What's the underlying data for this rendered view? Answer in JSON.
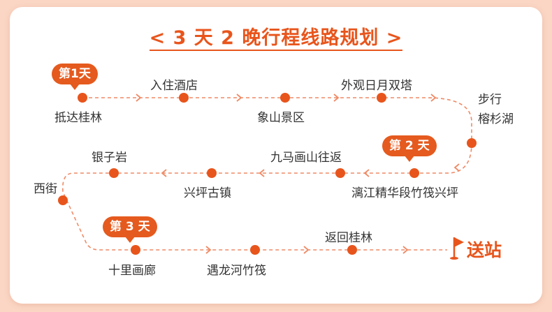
{
  "title": "< 3 天 2 晚行程线路规划 >",
  "colors": {
    "accent": "#e8551c",
    "route": "#ef8a66",
    "background": "#fbd6c4"
  },
  "days": [
    {
      "label": "第1天"
    },
    {
      "label": "第 2 天"
    },
    {
      "label": "第 3 天"
    }
  ],
  "stops": [
    {
      "name": "抵达桂林"
    },
    {
      "name": "入住酒店"
    },
    {
      "name": "象山景区"
    },
    {
      "name": "外观日月双塔"
    },
    {
      "name": "步行\n榕杉湖"
    },
    {
      "name": "漓江精华段竹筏兴坪"
    },
    {
      "name": "九马画山往返"
    },
    {
      "name": "兴坪古镇"
    },
    {
      "name": "银子岩"
    },
    {
      "name": "西街"
    },
    {
      "name": "十里画廊"
    },
    {
      "name": "遇龙河竹筏"
    },
    {
      "name": "返回桂林"
    }
  ],
  "end_label": "送站",
  "icons": [
    "flag-icon",
    "arrow-chevron-icon"
  ]
}
